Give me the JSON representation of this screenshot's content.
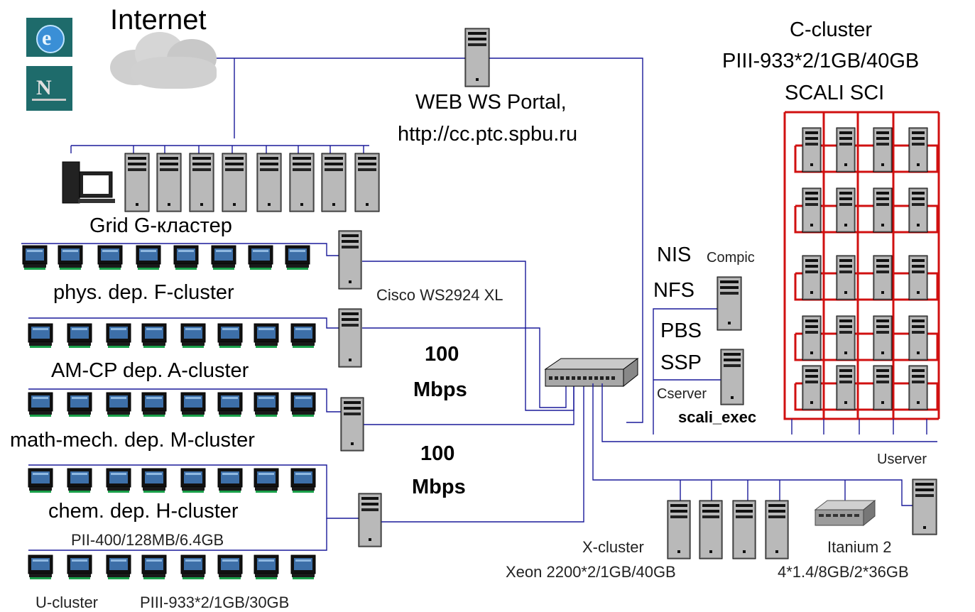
{
  "title_internet": "Internet",
  "portal": {
    "line1": "WEB WS Portal,",
    "line2": "http://cc.ptc.spbu.ru"
  },
  "c_cluster": {
    "name": "C-cluster",
    "spec": "PIII-933*2/1GB/40GB",
    "interconnect": "SCALI SCI"
  },
  "g_cluster": "Grid   G-кластер",
  "f_cluster": "phys.  dep.  F-cluster",
  "switch_label": "Cisco  WS2924 XL",
  "a_cluster": "AM-CP dep. A-cluster",
  "m_cluster": "math-mech. dep.   M-cluster",
  "h_cluster": "chem. dep.   H-cluster",
  "h_spec": "PII-400/128MB/6.4GB",
  "u_cluster": "U-cluster",
  "u_spec": "PIII-933*2/1GB/30GB",
  "speed1": {
    "value": "100",
    "unit": "Mbps"
  },
  "speed2": {
    "value": "100",
    "unit": "Mbps"
  },
  "services": {
    "nis": "NIS",
    "compic": "Compic",
    "nfs": "NFS",
    "pbs": "PBS",
    "ssp": "SSP",
    "cserver": "Cserver",
    "scali_exec": "scali_exec"
  },
  "userver": "Userver",
  "x_cluster": {
    "name": "X-cluster",
    "spec": "Xeon  2200*2/1GB/40GB"
  },
  "itanium": {
    "name": "Itanium 2",
    "spec": "4*1.4/8GB/2*36GB"
  },
  "icons": [
    "internet-explorer-icon",
    "netscape-icon",
    "cloud-icon",
    "server-tower-icon",
    "workstation-icon",
    "network-switch-icon",
    "rack-server-icon"
  ],
  "colors": {
    "wire": "#1a1a9a",
    "sci": "#d01010",
    "cloud": "#c8c8c8",
    "screen": "#3d6fa8",
    "app_icon_bg": "#1e6b6b"
  }
}
